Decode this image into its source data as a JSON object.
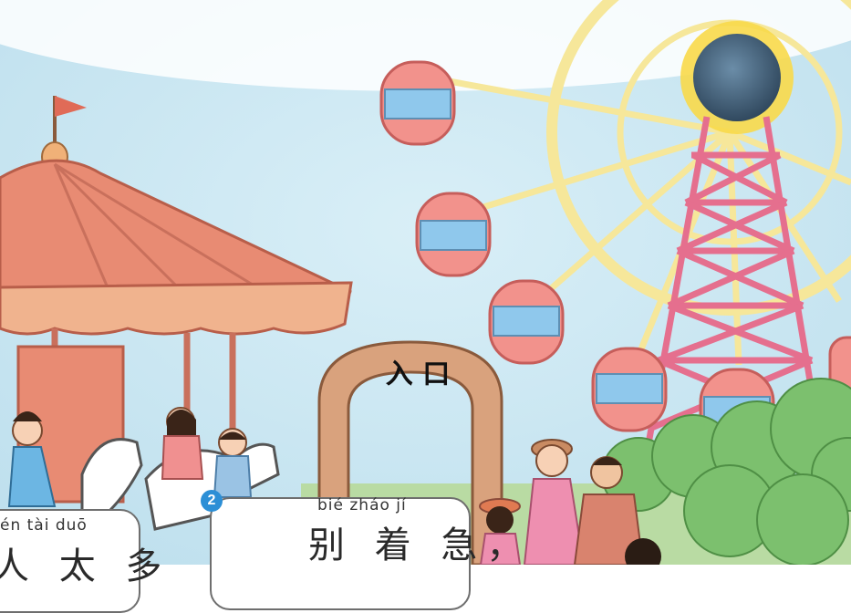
{
  "arch": {
    "sign_text": "入 口"
  },
  "panels": [
    {
      "pinyin": "én  tài  duō",
      "text": "人 太 多"
    },
    {
      "number": "2",
      "pinyin": "bié zháo  jí",
      "text": "别 着 急，"
    }
  ],
  "colors": {
    "sky": "#cfe8f3",
    "wheel": "#f6e79a",
    "tower": "#e56f8e",
    "cabin": "#f2928c",
    "window": "#8fc8ec",
    "carousel": "#e88b73",
    "bush": "#7cc06e",
    "grass": "#b9dba3",
    "arch": "#d9a27d"
  },
  "icons": [
    "sun-icon",
    "ferris-wheel-icon",
    "carousel-icon",
    "entrance-arch-icon"
  ]
}
